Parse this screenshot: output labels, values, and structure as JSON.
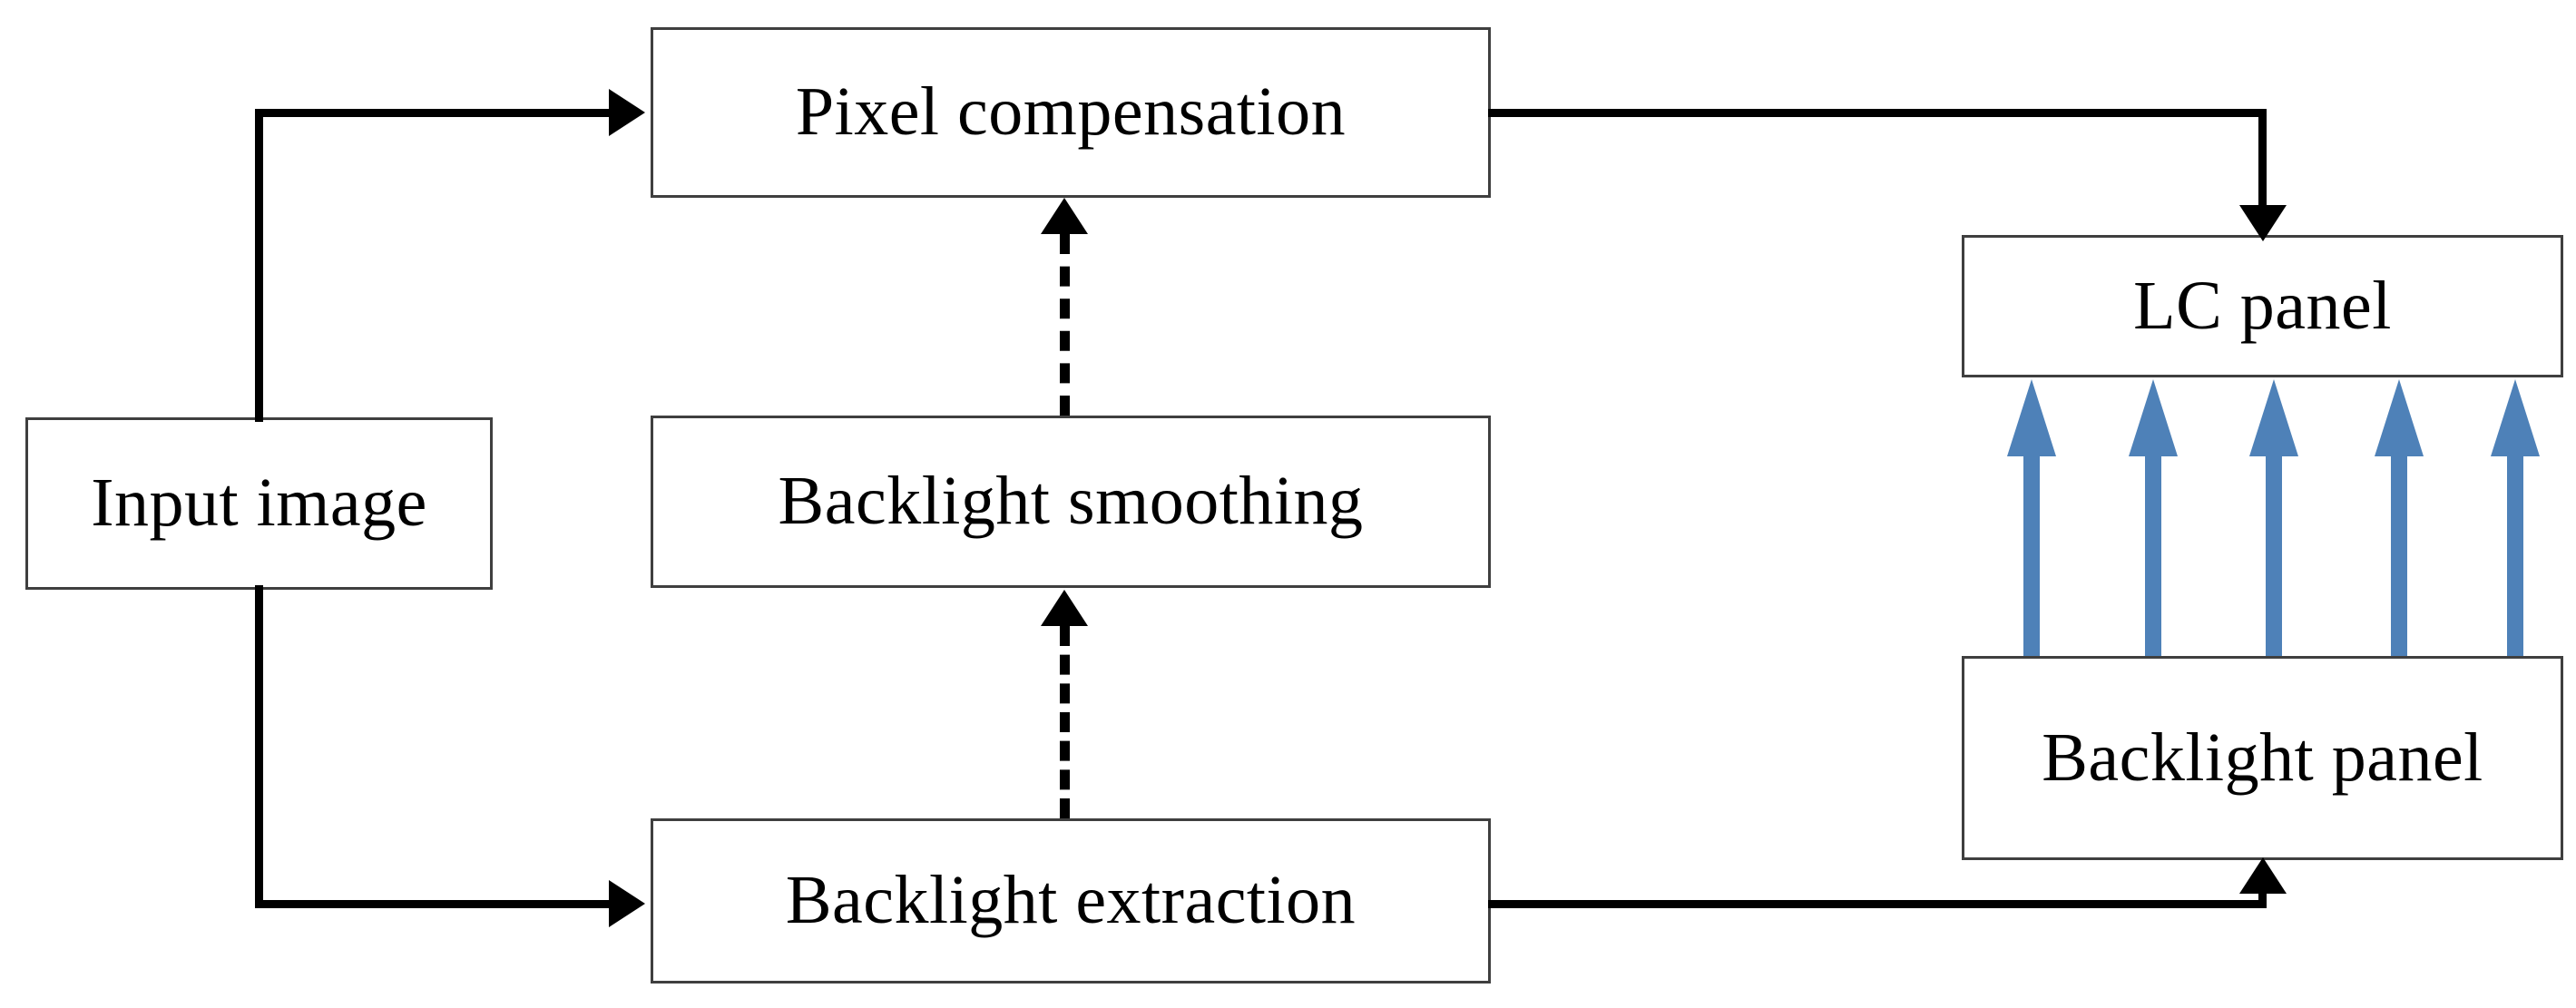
{
  "diagram": {
    "title": "Local dimming backlight processing block diagram",
    "type": "block-flow-diagram",
    "background_color": "#ffffff",
    "box_border_color": "#3f3f3f",
    "solid_connector_color": "#000000",
    "dashed_connector_color": "#000000",
    "ray_color": "#4E81B8"
  },
  "nodes": [
    {
      "id": "input-image",
      "label": "Input image"
    },
    {
      "id": "pixel-compensation",
      "label": "Pixel compensation"
    },
    {
      "id": "backlight-smoothing",
      "label": "Backlight smoothing"
    },
    {
      "id": "backlight-extraction",
      "label": "Backlight extraction"
    },
    {
      "id": "lc-panel",
      "label": "LC panel"
    },
    {
      "id": "backlight-panel",
      "label": "Backlight panel"
    }
  ],
  "edges": [
    {
      "id": "input-to-pixel",
      "from": "input-image",
      "to": "pixel-compensation",
      "style": "solid",
      "arrow": "right"
    },
    {
      "id": "input-to-extraction",
      "from": "input-image",
      "to": "backlight-extraction",
      "style": "solid",
      "arrow": "right"
    },
    {
      "id": "pixel-to-lc-panel",
      "from": "pixel-compensation",
      "to": "lc-panel",
      "style": "solid",
      "arrow": "down"
    },
    {
      "id": "extraction-to-backlight-panel",
      "from": "backlight-extraction",
      "to": "backlight-panel",
      "style": "solid",
      "arrow": "up"
    },
    {
      "id": "extraction-to-smoothing",
      "from": "backlight-extraction",
      "to": "backlight-smoothing",
      "style": "dashed",
      "arrow": "up"
    },
    {
      "id": "smoothing-to-pixel",
      "from": "backlight-smoothing",
      "to": "pixel-compensation",
      "style": "dashed",
      "arrow": "up"
    }
  ],
  "rays": {
    "name": "backlight-rays",
    "count": 5,
    "direction": "up",
    "color": "#4E81B8",
    "from": "backlight-panel",
    "to": "lc-panel"
  }
}
